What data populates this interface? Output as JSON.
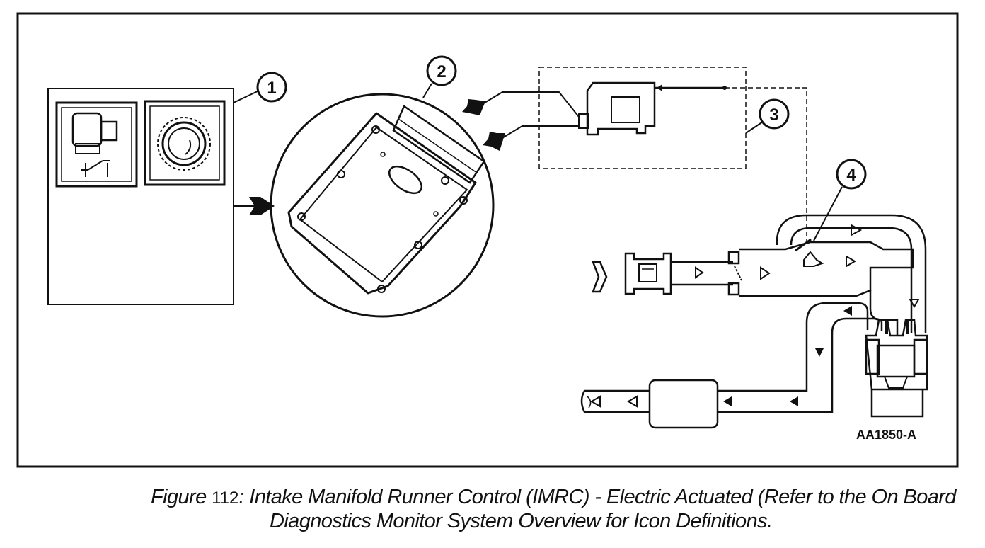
{
  "figure": {
    "callouts": [
      "1",
      "2",
      "3",
      "4"
    ],
    "drawing_code": "AA1850-A"
  },
  "caption": {
    "prefix": "Figure",
    "number": "112",
    "separator": ":",
    "line1": " Intake Manifold Runner Control (IMRC) - Electric Actuated (Refer to the On Board",
    "line2": "Diagnostics Monitor System Overview for Icon Definitions."
  },
  "colors": {
    "ink": "#111111",
    "paper": "#ffffff"
  },
  "icons": [
    "throttle-position-sensor-icon",
    "crankshaft-position-sensor-icon",
    "pcm-module-icon",
    "imrc-actuator-icon",
    "runner-control-valve-icon",
    "engine-icon",
    "catalytic-converter-icon",
    "air-cleaner-icon"
  ]
}
